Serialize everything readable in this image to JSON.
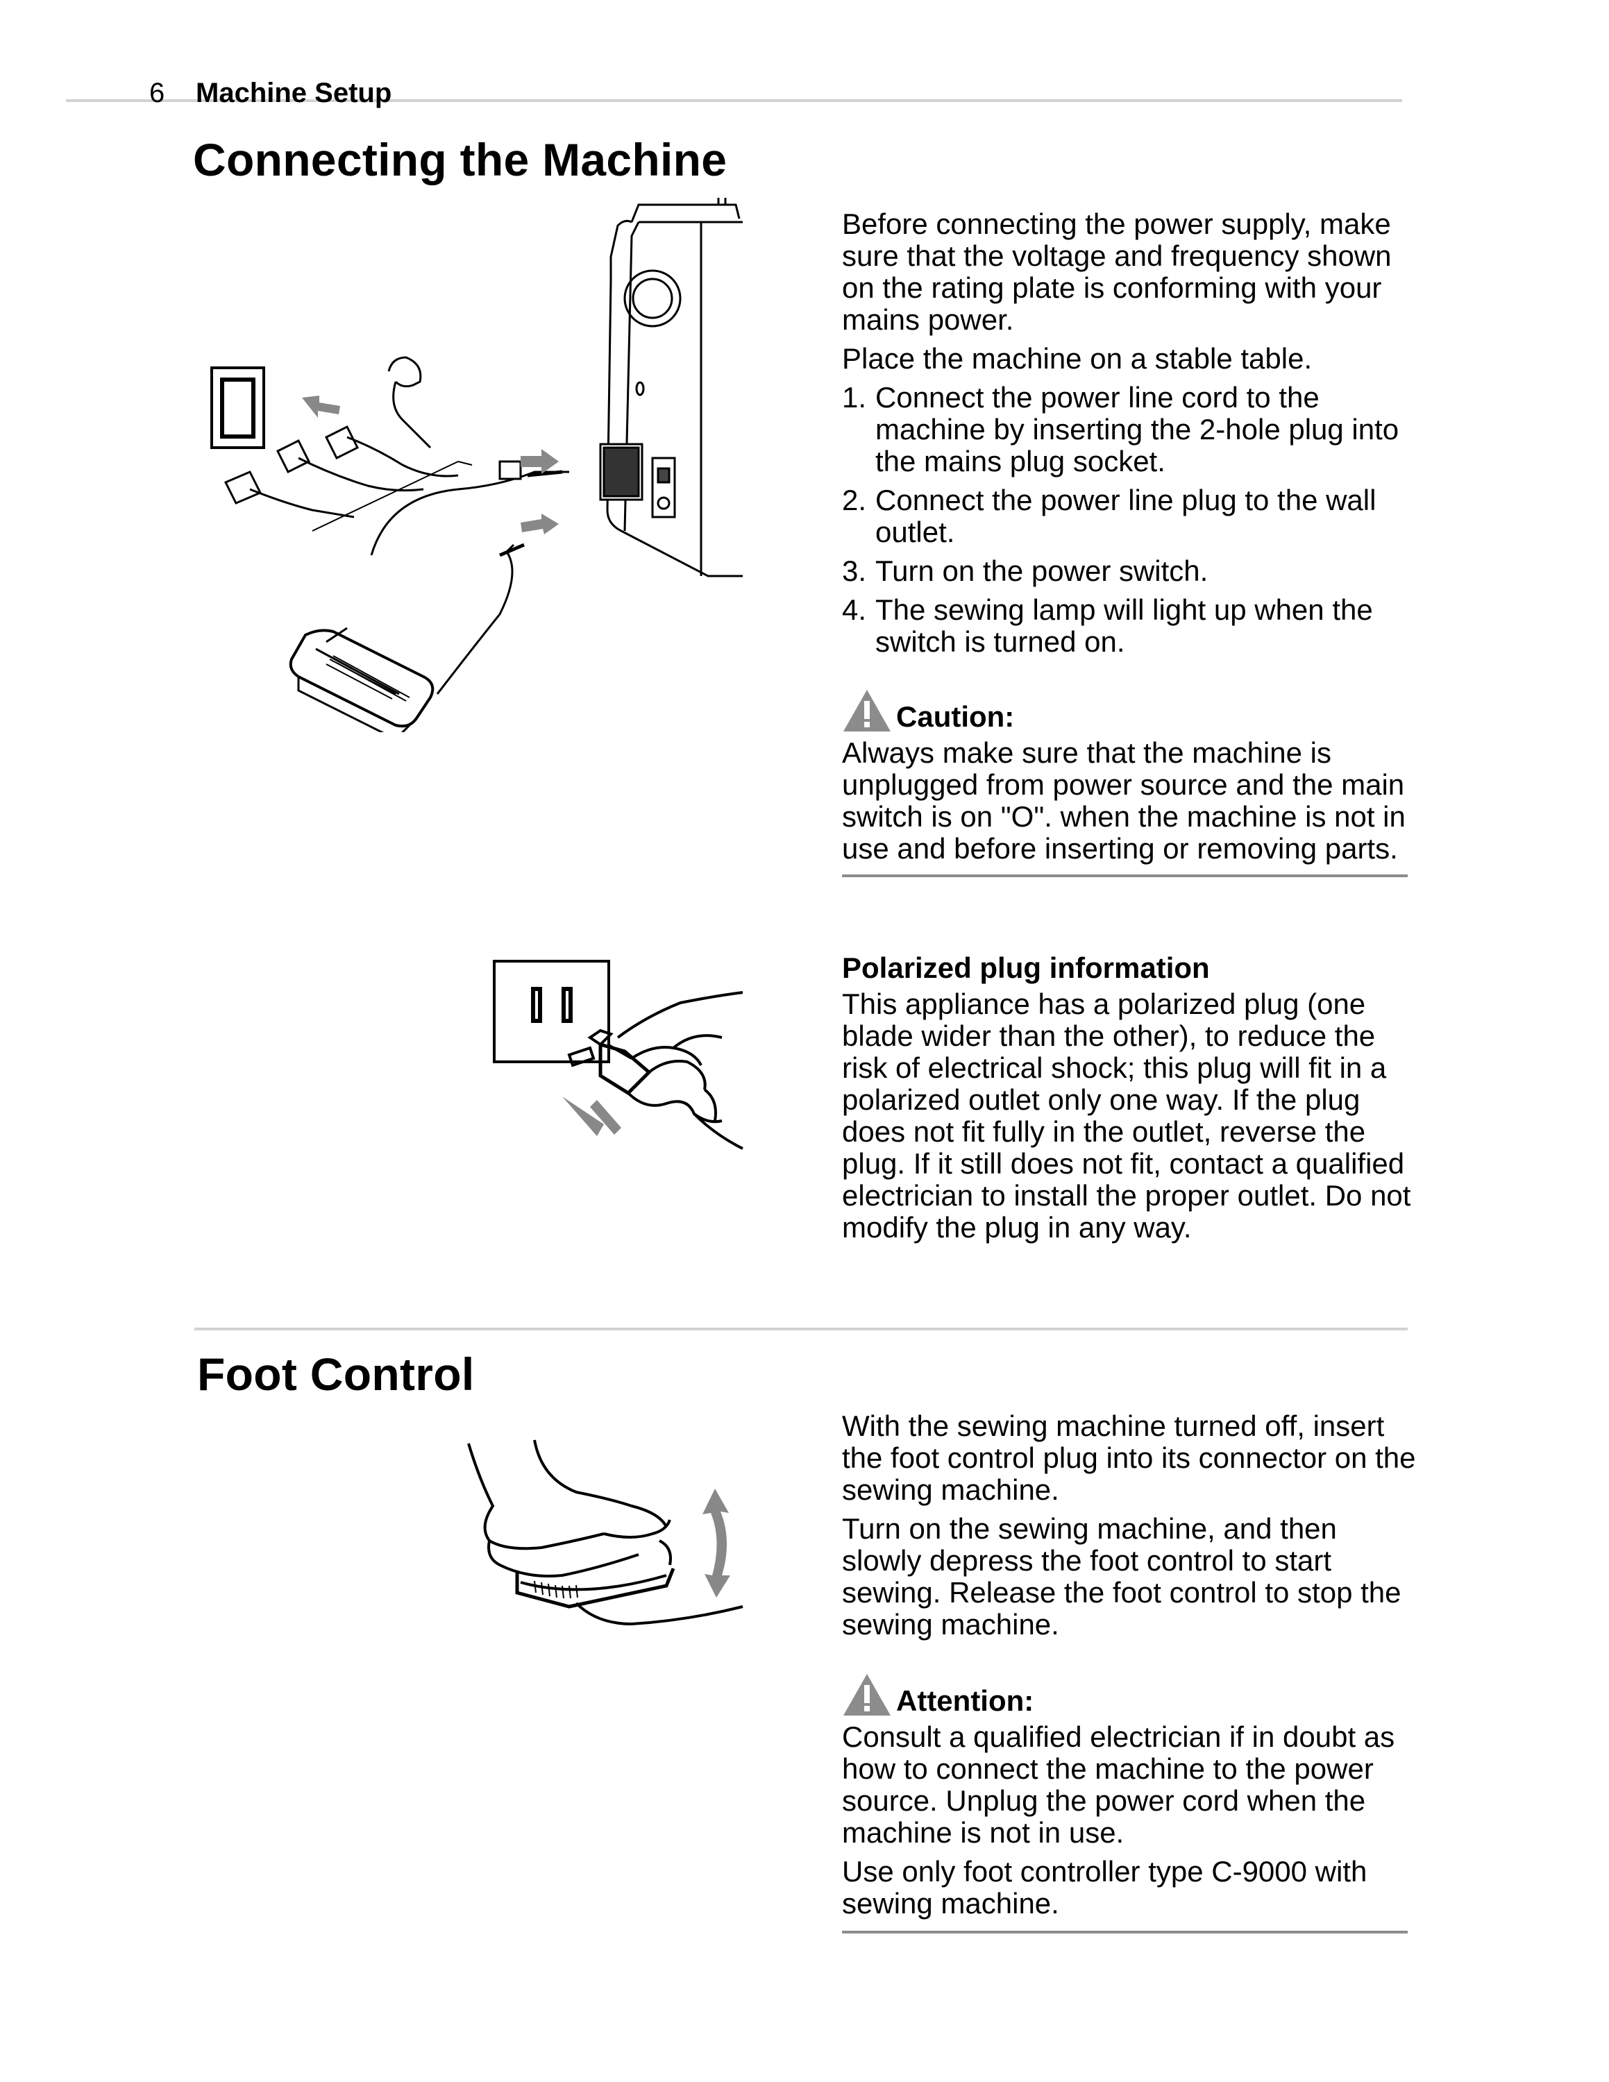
{
  "header": {
    "page_number": "6",
    "section": "Machine Setup"
  },
  "connecting": {
    "title": "Connecting the Machine",
    "intro": "Before connecting the power supply, make sure that the voltage and frequency shown on the rating plate is conforming with your mains power.",
    "place": "Place the machine on a stable table.",
    "steps": [
      {
        "num": "1.",
        "text": "Connect the power line cord to the machine by inserting the 2-hole plug into the mains plug socket."
      },
      {
        "num": "2.",
        "text": "Connect the power line plug to the wall outlet."
      },
      {
        "num": "3.",
        "text": "Turn on the power switch."
      },
      {
        "num": "4.",
        "text": "The sewing lamp will light up when the switch is turned on."
      }
    ],
    "caution": {
      "icon": "warning-triangle-icon",
      "label": "Caution:",
      "text": "Always make sure that the machine is unplugged from power source and the main switch is on \"O\". when the machine is not in use and before inserting or removing parts."
    }
  },
  "polarized": {
    "title": "Polarized plug information",
    "text": "This appliance has a polarized plug (one blade wider than the other), to reduce the risk of electrical shock; this plug will fit in a polarized outlet only one way. If the plug does not fit fully in the outlet, reverse the plug. If it still does not fit, contact a qualified electrician to install the proper outlet.  Do not modify the plug in any way."
  },
  "foot_control": {
    "title": "Foot Control",
    "para1": "With the sewing machine turned off, insert the foot control plug into its connector on the sewing machine.",
    "para2": "Turn on the sewing machine, and then slowly depress the foot control to start sewing. Release the foot control to stop the sewing machine.",
    "attention": {
      "icon": "warning-triangle-icon",
      "label": "Attention:",
      "text1": "Consult a qualified electrician if in doubt as how to connect the machine to the power source. Unplug the power cord when the machine is not in use.",
      "text2": "Use only foot controller type C-9000 with sewing machine."
    }
  }
}
